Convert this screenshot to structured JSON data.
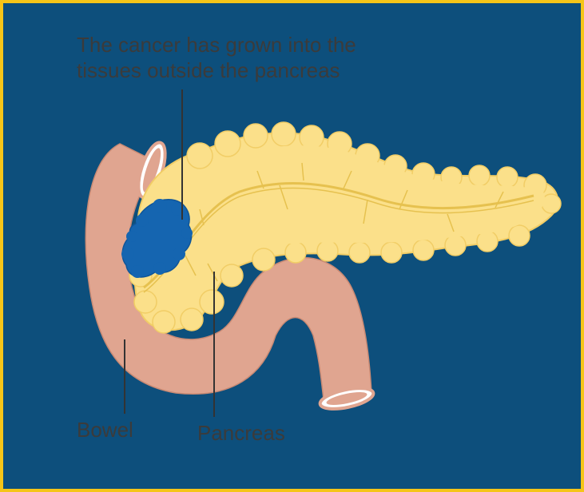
{
  "labels": {
    "cancer": "The cancer has grown into the\ntissues outside the pancreas",
    "bowel": "Bowel",
    "pancreas": "Pancreas"
  },
  "colors": {
    "border": "#f5c518",
    "background": "#0d4f7c",
    "bowel": "#e0a590",
    "pancreas": "#fbe08a",
    "duct": "#e6c14f",
    "tumour": "#1565b0",
    "leader_line": "#333333"
  }
}
